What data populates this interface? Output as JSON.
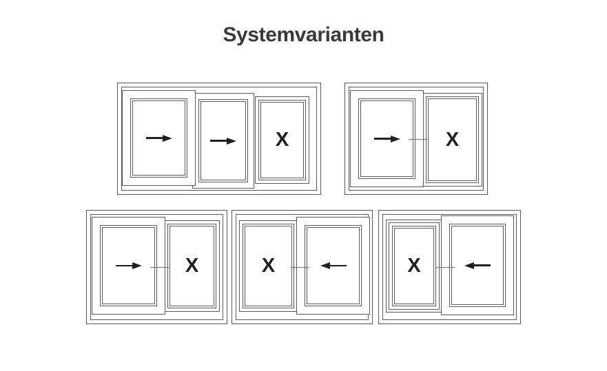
{
  "title": "Systemvarianten",
  "colors": {
    "background": "#ffffff",
    "frame_line": "#58595b",
    "symbol": "#231f20",
    "title_text": "#333b42"
  },
  "variants": [
    {
      "name": "variant-1",
      "panels": [
        {
          "type": "sliding-sash",
          "symbol": "arrow-right"
        },
        {
          "type": "sliding-sash",
          "symbol": "arrow-right"
        },
        {
          "type": "fixed-panel",
          "symbol": "X",
          "label": "X"
        }
      ]
    },
    {
      "name": "variant-2",
      "panels": [
        {
          "type": "sliding-sash",
          "symbol": "arrow-right"
        },
        {
          "type": "fixed-panel",
          "symbol": "X",
          "label": "X"
        }
      ]
    },
    {
      "name": "variant-3",
      "panels": [
        {
          "type": "sliding-sash",
          "symbol": "arrow-right"
        },
        {
          "type": "fixed-panel",
          "symbol": "X",
          "label": "X"
        }
      ]
    },
    {
      "name": "variant-4",
      "panels": [
        {
          "type": "fixed-panel",
          "symbol": "X",
          "label": "X"
        },
        {
          "type": "sliding-sash",
          "symbol": "arrow-left"
        }
      ]
    },
    {
      "name": "variant-5",
      "panels": [
        {
          "type": "fixed-panel",
          "symbol": "X",
          "label": "X"
        },
        {
          "type": "sliding-sash",
          "symbol": "arrow-left"
        }
      ]
    }
  ]
}
